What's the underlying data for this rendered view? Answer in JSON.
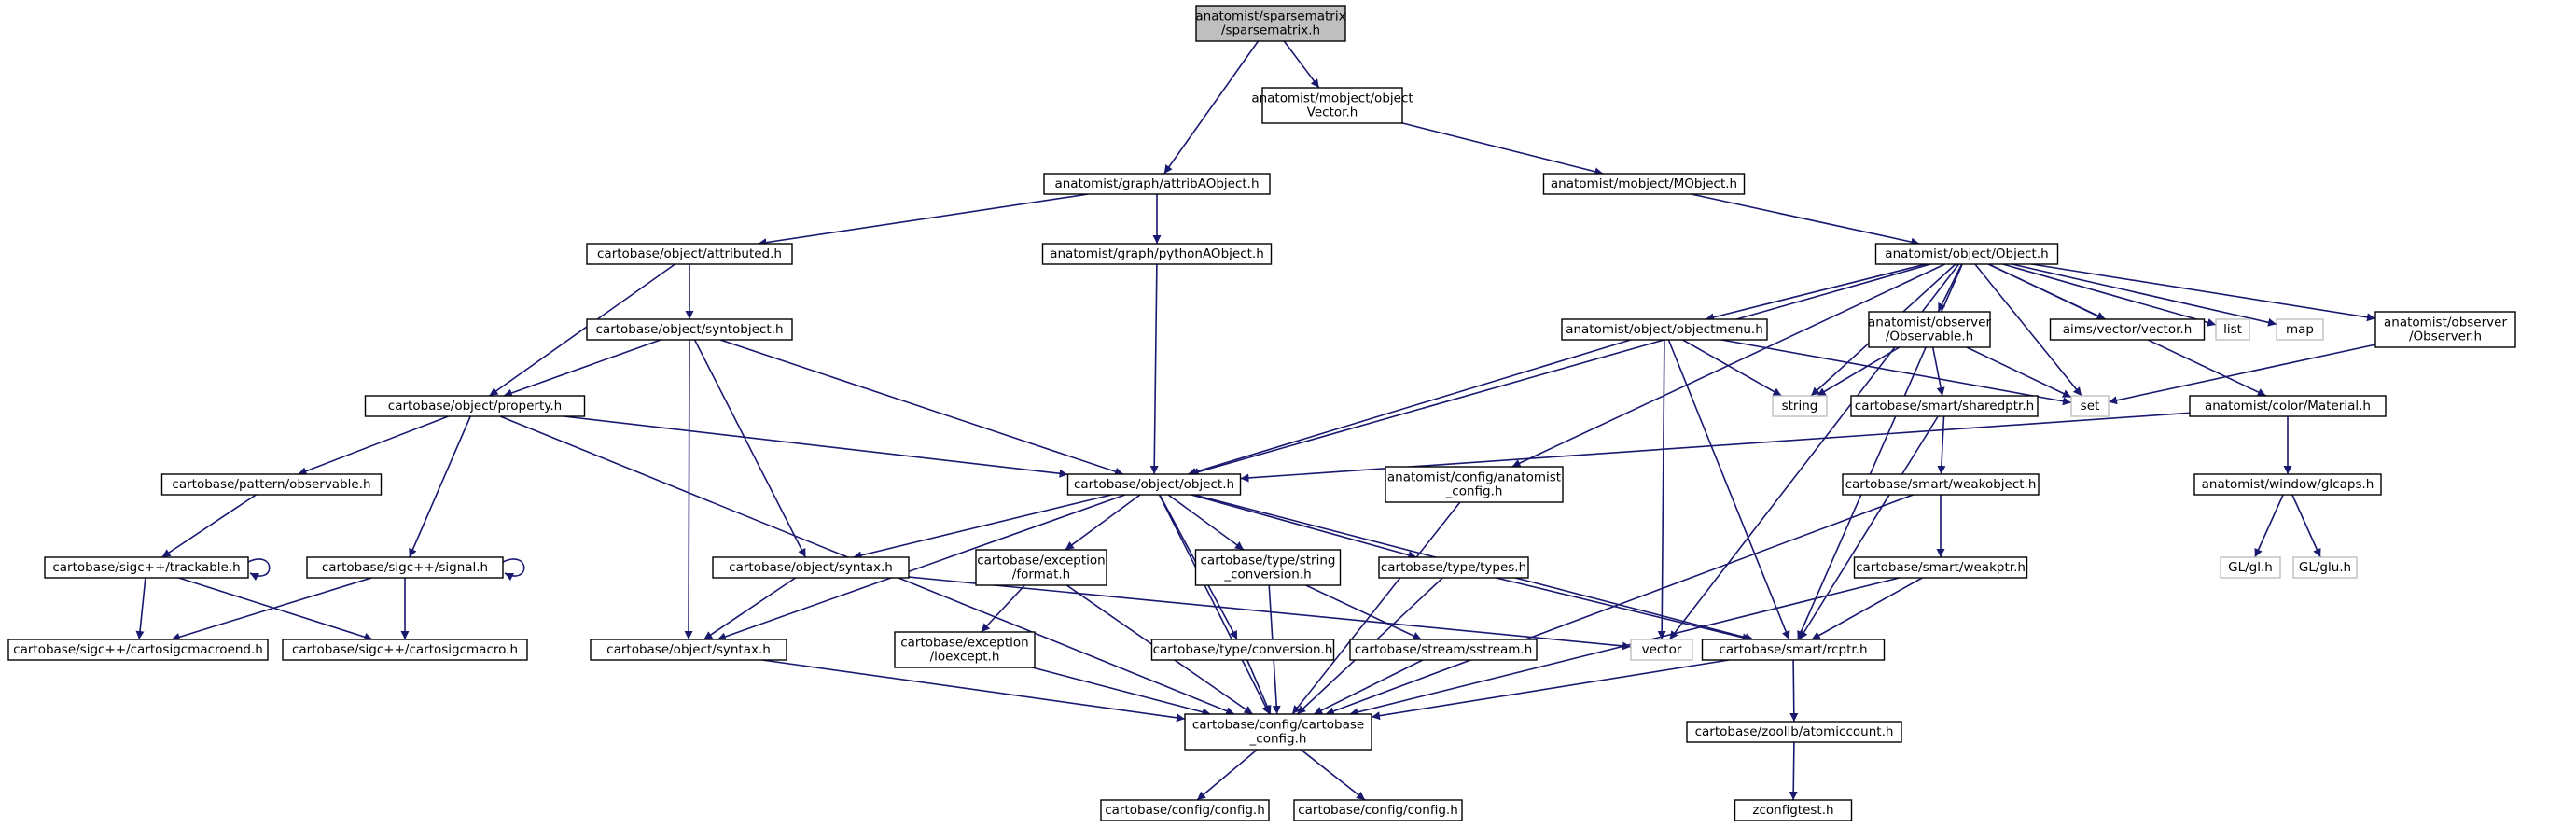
{
  "graph": {
    "nodes": [
      {
        "id": "root",
        "label": "anatomist/sparsematrix\n/sparsematrix.h",
        "style": "root"
      },
      {
        "id": "objvec",
        "label": "anatomist/mobject/object\nVector.h"
      },
      {
        "id": "attribA",
        "label": "anatomist/graph/attribAObject.h"
      },
      {
        "id": "mobject",
        "label": "anatomist/mobject/MObject.h"
      },
      {
        "id": "attributed",
        "label": "cartobase/object/attributed.h"
      },
      {
        "id": "pythonA",
        "label": "anatomist/graph/pythonAObject.h"
      },
      {
        "id": "Object",
        "label": "anatomist/object/Object.h"
      },
      {
        "id": "syntobject",
        "label": "cartobase/object/syntobject.h"
      },
      {
        "id": "objectmenu",
        "label": "anatomist/object/objectmenu.h"
      },
      {
        "id": "obsObservable",
        "label": "anatomist/observer\n/Observable.h"
      },
      {
        "id": "aimsvector",
        "label": "aims/vector/vector.h"
      },
      {
        "id": "list",
        "label": "list",
        "style": "ext"
      },
      {
        "id": "map",
        "label": "map",
        "style": "ext"
      },
      {
        "id": "obsObserver",
        "label": "anatomist/observer\n/Observer.h"
      },
      {
        "id": "property",
        "label": "cartobase/object/property.h"
      },
      {
        "id": "string",
        "label": "string",
        "style": "ext"
      },
      {
        "id": "sharedptr",
        "label": "cartobase/smart/sharedptr.h"
      },
      {
        "id": "set",
        "label": "set",
        "style": "ext"
      },
      {
        "id": "material",
        "label": "anatomist/color/Material.h"
      },
      {
        "id": "patobs",
        "label": "cartobase/pattern/observable.h"
      },
      {
        "id": "objecth",
        "label": "cartobase/object/object.h"
      },
      {
        "id": "anaconfig",
        "label": "anatomist/config/anatomist\n_config.h"
      },
      {
        "id": "weakobject",
        "label": "cartobase/smart/weakobject.h"
      },
      {
        "id": "glcaps",
        "label": "anatomist/window/glcaps.h"
      },
      {
        "id": "trackable",
        "label": "cartobase/sigc++/trackable.h"
      },
      {
        "id": "signal",
        "label": "cartobase/sigc++/signal.h"
      },
      {
        "id": "syntaxA",
        "label": "cartobase/object/syntax.h"
      },
      {
        "id": "format",
        "label": "cartobase/exception\n/format.h"
      },
      {
        "id": "string_conv",
        "label": "cartobase/type/string\n_conversion.h"
      },
      {
        "id": "types",
        "label": "cartobase/type/types.h"
      },
      {
        "id": "weakptr",
        "label": "cartobase/smart/weakptr.h"
      },
      {
        "id": "gl",
        "label": "GL/gl.h",
        "style": "ext"
      },
      {
        "id": "glu",
        "label": "GL/glu.h",
        "style": "ext"
      },
      {
        "id": "macroend",
        "label": "cartobase/sigc++/cartosigcmacroend.h"
      },
      {
        "id": "macro",
        "label": "cartobase/sigc++/cartosigcmacro.h"
      },
      {
        "id": "syntaxB",
        "label": "cartobase/object/syntax.h"
      },
      {
        "id": "ioexcept",
        "label": "cartobase/exception\n/ioexcept.h"
      },
      {
        "id": "conversion",
        "label": "cartobase/type/conversion.h"
      },
      {
        "id": "sstream",
        "label": "cartobase/stream/sstream.h"
      },
      {
        "id": "vector",
        "label": "vector",
        "style": "ext"
      },
      {
        "id": "rcptr",
        "label": "cartobase/smart/rcptr.h"
      },
      {
        "id": "cbconfig",
        "label": "cartobase/config/cartobase\n_config.h"
      },
      {
        "id": "atomic",
        "label": "cartobase/zoolib/atomiccount.h"
      },
      {
        "id": "config1",
        "label": "cartobase/config/config.h"
      },
      {
        "id": "config2",
        "label": "cartobase/config/config.h"
      },
      {
        "id": "zconfig",
        "label": "zconfigtest.h"
      }
    ],
    "edges": [
      [
        "root",
        "objvec"
      ],
      [
        "root",
        "attribA"
      ],
      [
        "objvec",
        "mobject"
      ],
      [
        "attribA",
        "attributed"
      ],
      [
        "attribA",
        "pythonA"
      ],
      [
        "mobject",
        "Object"
      ],
      [
        "pythonA",
        "objecth"
      ],
      [
        "attributed",
        "syntobject"
      ],
      [
        "attributed",
        "property"
      ],
      [
        "Object",
        "objecth"
      ],
      [
        "Object",
        "anaconfig"
      ],
      [
        "Object",
        "vector"
      ],
      [
        "Object",
        "objectmenu"
      ],
      [
        "Object",
        "string"
      ],
      [
        "Object",
        "obsObservable"
      ],
      [
        "Object",
        "set"
      ],
      [
        "Object",
        "aimsvector"
      ],
      [
        "Object",
        "list"
      ],
      [
        "Object",
        "map"
      ],
      [
        "Object",
        "obsObserver"
      ],
      [
        "Object",
        "material"
      ],
      [
        "Object",
        "rcptr"
      ],
      [
        "syntobject",
        "property"
      ],
      [
        "syntobject",
        "objecth"
      ],
      [
        "syntobject",
        "syntaxA"
      ],
      [
        "syntobject",
        "syntaxB"
      ],
      [
        "objectmenu",
        "objecth"
      ],
      [
        "objectmenu",
        "string"
      ],
      [
        "objectmenu",
        "set"
      ],
      [
        "objectmenu",
        "vector"
      ],
      [
        "objectmenu",
        "rcptr"
      ],
      [
        "obsObservable",
        "string"
      ],
      [
        "obsObservable",
        "set"
      ],
      [
        "obsObservable",
        "sharedptr"
      ],
      [
        "obsObserver",
        "set"
      ],
      [
        "material",
        "objecth"
      ],
      [
        "material",
        "glcaps"
      ],
      [
        "property",
        "patobs"
      ],
      [
        "property",
        "signal"
      ],
      [
        "property",
        "objecth"
      ],
      [
        "property",
        "cbconfig"
      ],
      [
        "sharedptr",
        "weakobject"
      ],
      [
        "sharedptr",
        "rcptr"
      ],
      [
        "patobs",
        "trackable"
      ],
      [
        "objecth",
        "syntaxA"
      ],
      [
        "objecth",
        "format"
      ],
      [
        "objecth",
        "string_conv"
      ],
      [
        "objecth",
        "types"
      ],
      [
        "objecth",
        "conversion"
      ],
      [
        "objecth",
        "cbconfig"
      ],
      [
        "objecth",
        "rcptr"
      ],
      [
        "objecth",
        "syntaxB"
      ],
      [
        "anaconfig",
        "cbconfig"
      ],
      [
        "weakobject",
        "weakptr"
      ],
      [
        "weakobject",
        "cbconfig"
      ],
      [
        "glcaps",
        "gl"
      ],
      [
        "glcaps",
        "glu"
      ],
      [
        "trackable",
        "trackable"
      ],
      [
        "trackable",
        "macroend"
      ],
      [
        "signal",
        "signal"
      ],
      [
        "signal",
        "macroend"
      ],
      [
        "signal",
        "macro"
      ],
      [
        "trackable",
        "macro"
      ],
      [
        "syntaxA",
        "syntaxB"
      ],
      [
        "syntaxA",
        "vector"
      ],
      [
        "format",
        "ioexcept"
      ],
      [
        "format",
        "cbconfig"
      ],
      [
        "string_conv",
        "sstream"
      ],
      [
        "string_conv",
        "cbconfig"
      ],
      [
        "types",
        "rcptr"
      ],
      [
        "types",
        "cbconfig"
      ],
      [
        "weakptr",
        "rcptr"
      ],
      [
        "weakptr",
        "cbconfig"
      ],
      [
        "ioexcept",
        "cbconfig"
      ],
      [
        "conversion",
        "cbconfig"
      ],
      [
        "sstream",
        "cbconfig"
      ],
      [
        "syntaxB",
        "cbconfig"
      ],
      [
        "rcptr",
        "cbconfig"
      ],
      [
        "rcptr",
        "atomic"
      ],
      [
        "cbconfig",
        "config1"
      ],
      [
        "cbconfig",
        "config2"
      ],
      [
        "atomic",
        "zconfig"
      ]
    ]
  }
}
